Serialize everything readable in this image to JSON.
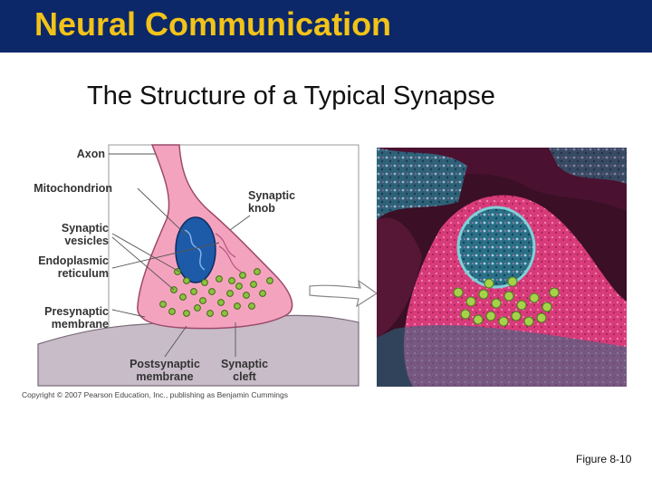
{
  "slide": {
    "title": "Neural Communication",
    "subtitle": "The Structure of a Typical Synapse",
    "figure_label": "Figure 8-10",
    "copyright": "Copyright © 2007 Pearson Education, Inc., publishing as Benjamin Cummings"
  },
  "diagram": {
    "labels": {
      "axon": "Axon",
      "mitochondrion": "Mitochondrion",
      "synaptic_knob_1": "Synaptic",
      "synaptic_knob_2": "knob",
      "synaptic_vesicles_1": "Synaptic",
      "synaptic_vesicles_2": "vesicles",
      "er_1": "Endoplasmic",
      "er_2": "reticulum",
      "presynaptic_1": "Presynaptic",
      "presynaptic_2": "membrane",
      "postsynaptic_1": "Postsynaptic",
      "postsynaptic_2": "membrane",
      "cleft_1": "Synaptic",
      "cleft_2": "cleft"
    },
    "colors": {
      "title_bar": "#0c2868",
      "title_text": "#f2c318",
      "neuron_pink": "#f4a3bf",
      "mitochondrion_blue": "#1d5aa8",
      "vesicle_green": "#8ec23f",
      "postsynaptic_gray": "#c7bcc7"
    }
  },
  "micrograph": {
    "icon": "electron-micrograph-image"
  }
}
